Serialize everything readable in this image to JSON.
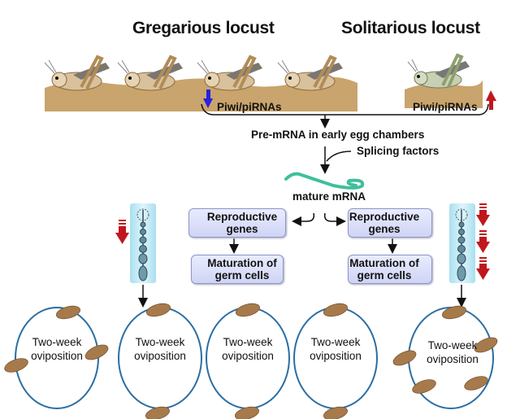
{
  "titles": {
    "gregarious": "Gregarious locust",
    "solitarious": "Solitarious locust"
  },
  "pathway": {
    "piwi_left": "Piwi/piRNAs",
    "piwi_right": "Piwi/piRNAs",
    "pre_mrna": "Pre-mRNA in early egg chambers",
    "splicing": "Splicing factors",
    "mature": "mature mRNA"
  },
  "boxes": {
    "left": {
      "reproductive": [
        "Reproductive",
        "genes"
      ],
      "maturation": [
        "Maturation of",
        "germ cells"
      ],
      "direction": "down"
    },
    "right": {
      "reproductive": [
        "Reproductive",
        "genes"
      ],
      "maturation": [
        "Maturation of",
        "germ cells"
      ],
      "direction": "up"
    }
  },
  "oviposition": [
    {
      "line1": "Two-week",
      "line2": "oviposition"
    },
    {
      "line1": "Two-week",
      "line2": "oviposition"
    },
    {
      "line1": "Two-week",
      "line2": "oviposition"
    },
    {
      "line1": "Two-week",
      "line2": "oviposition"
    },
    {
      "line1": "Two-week",
      "line2": "oviposition"
    }
  ],
  "colors": {
    "down_arrow": "#2a1fe0",
    "up_arrow": "#c0171d",
    "ground": "#c9a46c",
    "mrna": "#3fbf9b",
    "circle": "#2b6ea3",
    "ovariole_bg": "#b8e6f2",
    "egg": "#a77a4c"
  }
}
